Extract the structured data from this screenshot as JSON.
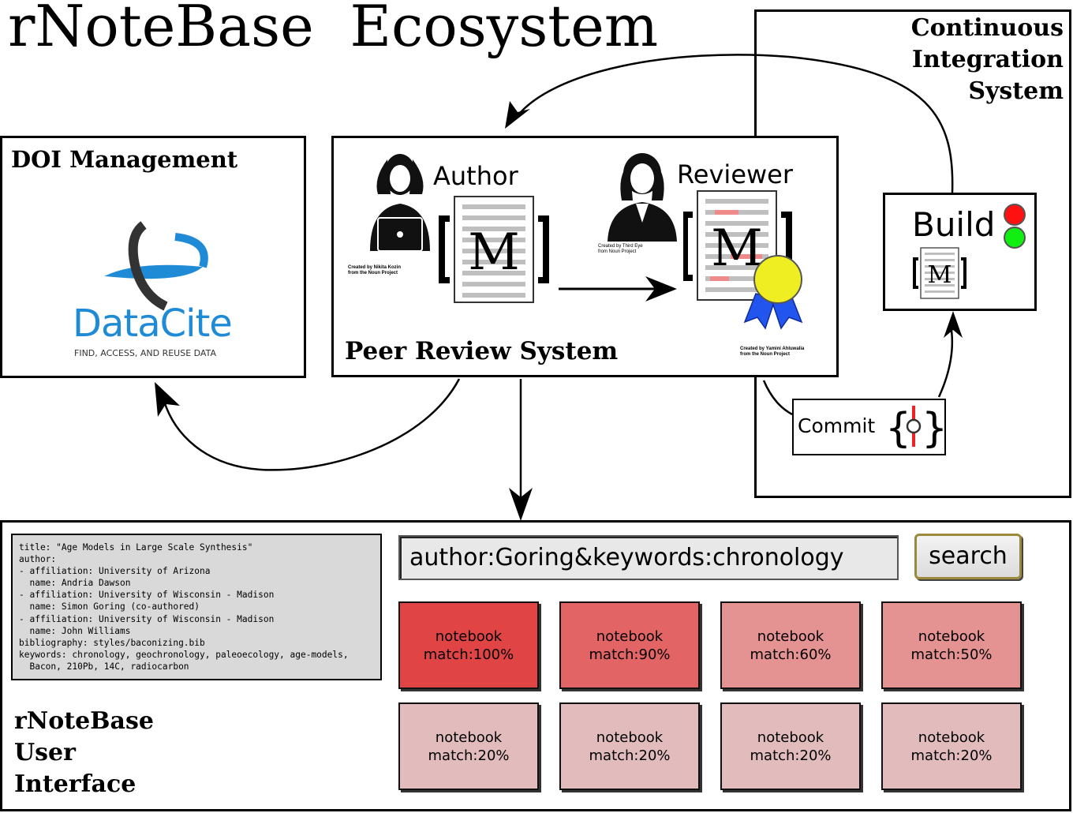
{
  "title": "rNoteBase  Ecosystem",
  "ci": {
    "heading_lines": [
      "Continuous",
      "Integration",
      "System"
    ],
    "build_label": "Build",
    "commit_label": "Commit"
  },
  "doi": {
    "heading": "DOI Management",
    "logo_name": "DataCite",
    "logo_tagline": "FIND, ACCESS, AND REUSE DATA",
    "logo_colors": {
      "blue": "#1f8bd6",
      "dark": "#333333"
    }
  },
  "peer_review": {
    "heading": "Peer Review System",
    "author_label": "Author",
    "reviewer_label": "Reviewer",
    "doc_glyph": "M",
    "credits": [
      "Created by Nikita Kozin\nfrom the Noun Project",
      "Created by Third Eye\nfrom Noun Project",
      "Created by Yamini Ahluwalia\nfrom the Noun Project"
    ]
  },
  "ui": {
    "heading_lines": [
      "rNoteBase",
      "User",
      "Interface"
    ],
    "metadata_lines": [
      "title: \"Age Models in Large Scale Synthesis\"",
      "author:",
      "- affiliation: University of Arizona",
      "  name: Andria Dawson",
      "- affiliation: University of Wisconsin - Madison",
      "  name: Simon Goring (co-authored)",
      "- affiliation: University of Wisconsin - Madison",
      "  name: John Williams",
      "bibliography: styles/baconizing.bib",
      "keywords: chronology, geochronology, paleoecology, age-models,",
      "  Bacon, 210Pb, 14C, radiocarbon"
    ],
    "search_query": "author:Goring&keywords:chronology",
    "search_button": "search",
    "results": [
      {
        "label": "notebook",
        "match": "match:100%",
        "color": "#e04444"
      },
      {
        "label": "notebook",
        "match": "match:90%",
        "color": "#e26464"
      },
      {
        "label": "notebook",
        "match": "match:60%",
        "color": "#e59292"
      },
      {
        "label": "notebook",
        "match": "match:50%",
        "color": "#e59292"
      },
      {
        "label": "notebook",
        "match": "match:20%",
        "color": "#e2bcbc"
      },
      {
        "label": "notebook",
        "match": "match:20%",
        "color": "#e2bcbc"
      },
      {
        "label": "notebook",
        "match": "match:20%",
        "color": "#e2bcbc"
      },
      {
        "label": "notebook",
        "match": "match:20%",
        "color": "#e2bcbc"
      }
    ]
  },
  "status_colors": {
    "red": "#ff1111",
    "green": "#11ee11"
  }
}
